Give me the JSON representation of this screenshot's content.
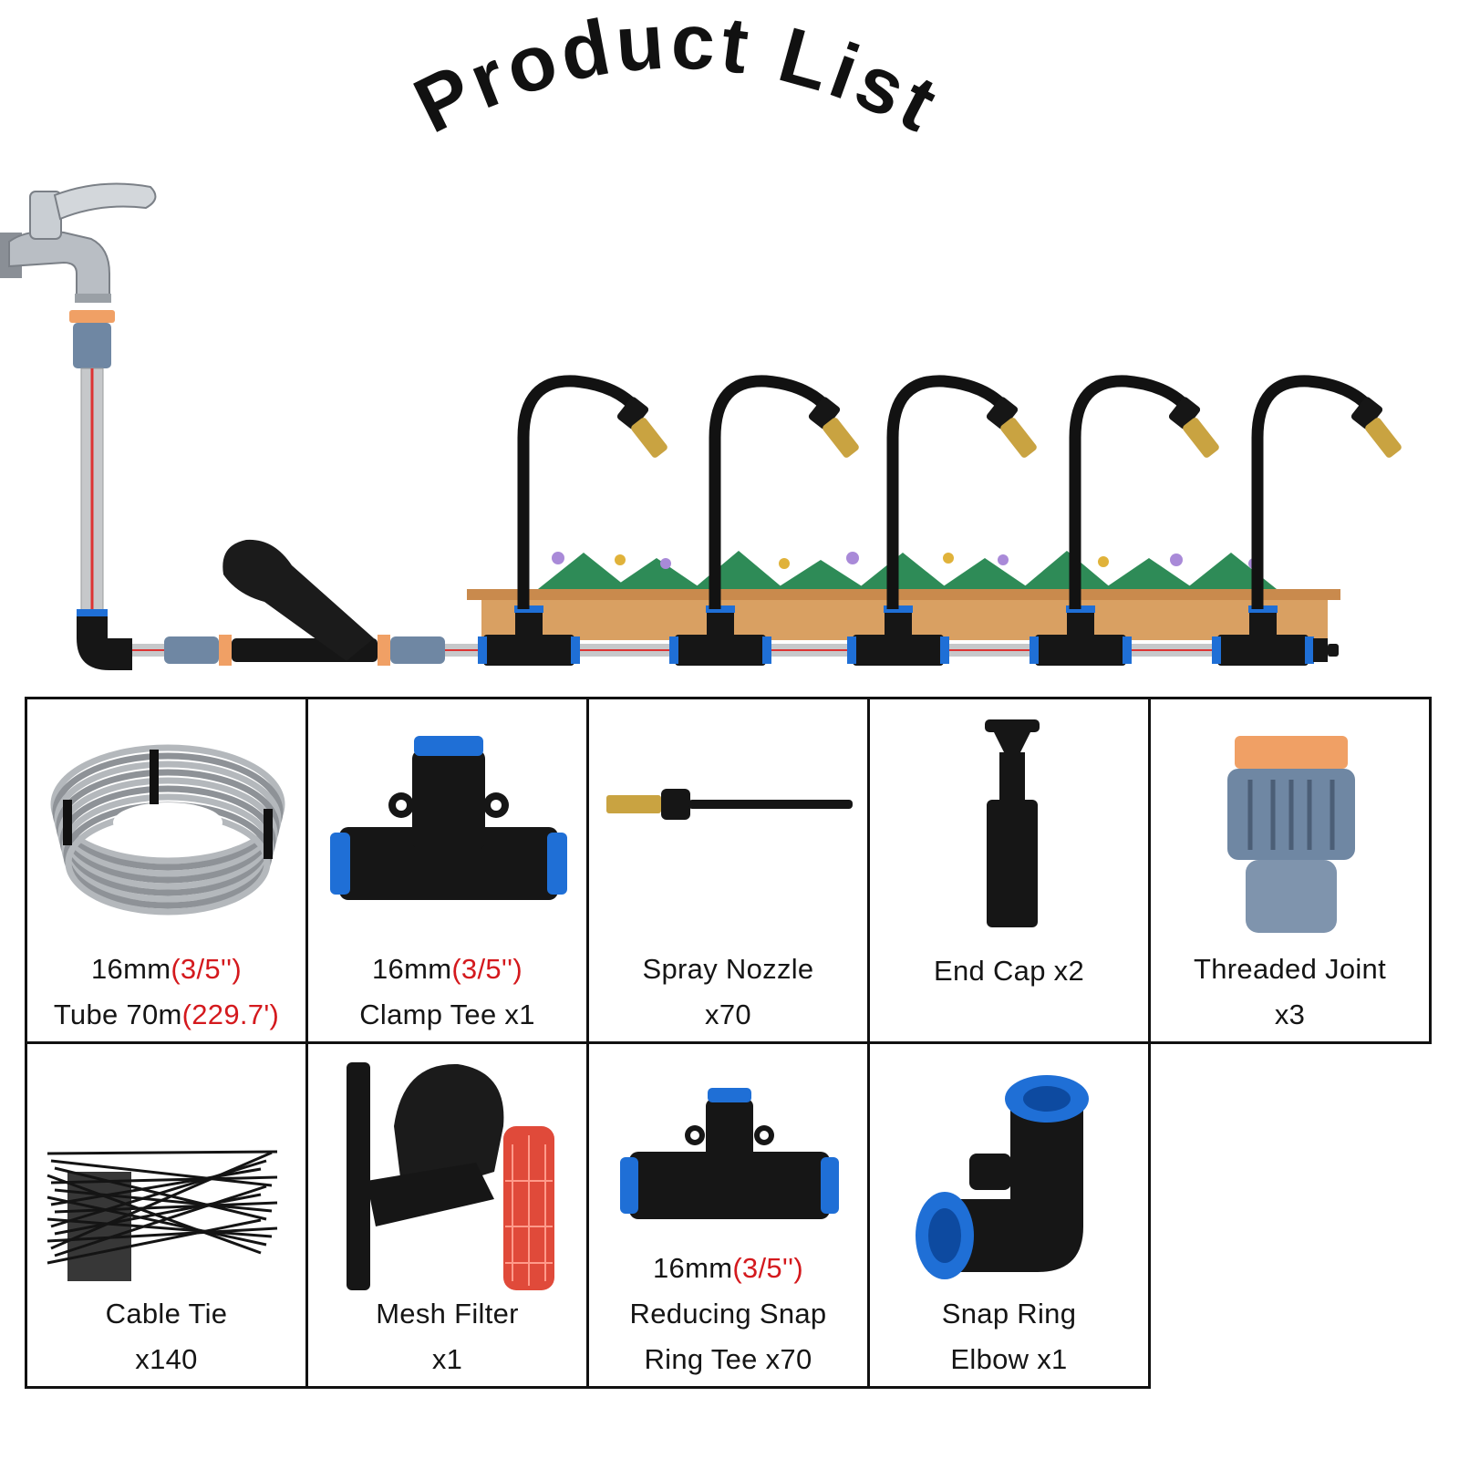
{
  "title": "Product List",
  "colors": {
    "accent_red": "#d4191d",
    "connector_blue": "#1f6fd6",
    "fitting_black": "#161616",
    "brass": "#c9a341",
    "box_wood": "#d9a062",
    "threaded_orange": "#f0a065",
    "threaded_gray": "#6f87a3"
  },
  "items": [
    {
      "icon": "tube-coil-icon",
      "line1_main": "16mm",
      "line1_red": "(3/5'')",
      "line2_main": "Tube 70m",
      "line2_red": "(229.7')"
    },
    {
      "icon": "clamp-tee-icon",
      "line1_main": "16mm",
      "line1_red": "(3/5'')",
      "line2_main": "Clamp Tee x1",
      "line2_red": ""
    },
    {
      "icon": "spray-nozzle-icon",
      "line1_main": "Spray Nozzle",
      "line1_red": "",
      "line2_main": "x70",
      "line2_red": ""
    },
    {
      "icon": "end-cap-icon",
      "line1_main": "End Cap x2",
      "line1_red": "",
      "line2_main": "",
      "line2_red": ""
    },
    {
      "icon": "threaded-joint-icon",
      "line1_main": "Threaded Joint",
      "line1_red": "",
      "line2_main": "x3",
      "line2_red": ""
    },
    {
      "icon": "cable-tie-icon",
      "line1_main": "Cable Tie",
      "line1_red": "",
      "line2_main": "x140",
      "line2_red": ""
    },
    {
      "icon": "mesh-filter-icon",
      "line1_main": "Mesh Filter",
      "line1_red": "",
      "line2_main": "x1",
      "line2_red": ""
    },
    {
      "icon": "reducing-tee-icon",
      "line1_main": "16mm",
      "line1_red": "(3/5'')",
      "line2_main": "Reducing Snap",
      "line2_red": "",
      "line3_main": "Ring Tee x70"
    },
    {
      "icon": "snap-elbow-icon",
      "line1_main": "Snap Ring",
      "line1_red": "",
      "line2_main": "Elbow x1",
      "line2_red": ""
    }
  ]
}
